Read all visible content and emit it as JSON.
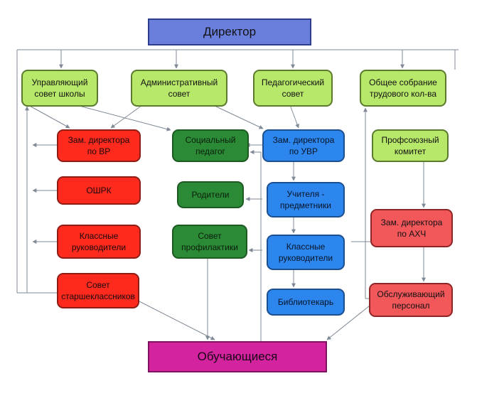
{
  "nodes": {
    "director": "Директор",
    "governing_council": "Управляющий\nсовет школы",
    "admin_council": "Административный\nсовет",
    "ped_council": "Педагогический\nсовет",
    "general_meeting": "Общее собрание\nтрудового кол-ва",
    "deputy_vr": "Зам. директора\nпо ВР",
    "social_teacher": "Социальный\nпедагог",
    "deputy_uvr": "Зам. директора\nпо УВР",
    "union_committee": "Профсоюзный\nкомитет",
    "oshrk": "ОШРК",
    "parents": "Родители",
    "subject_teachers": "Учителя -\nпредметники",
    "class_teachers_left": "Классные\nруководители",
    "prevention_council": "Совет\nпрофилактики",
    "class_teachers_right": "Классные\nруководители",
    "deputy_ahch": "Зам. директора\nпо АХЧ",
    "senior_council": "Совет\nстаршеклассников",
    "librarian": "Библиотекарь",
    "service_staff": "Обслуживающий\nперсонал",
    "students": "Обучающиеся"
  },
  "colors": {
    "lines": "#7f8a96",
    "director": "#6a7fdc",
    "councils": "#b8e86a",
    "red": "#ff2a1e",
    "dark_green": "#2b8a36",
    "light_blue": "#2c86ee",
    "salmon": "#f2575a",
    "students": "#d4239f"
  }
}
